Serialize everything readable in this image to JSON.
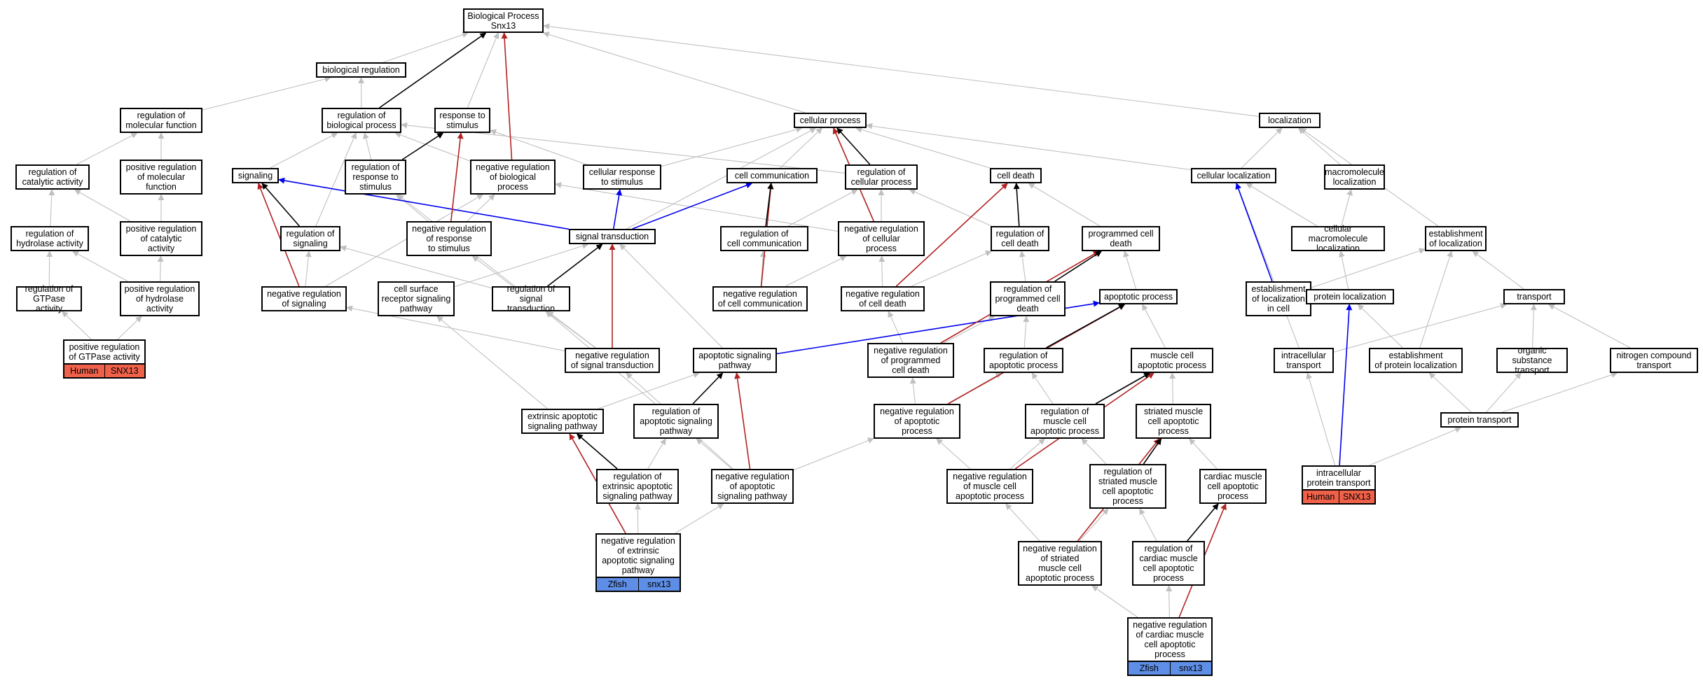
{
  "colors": {
    "gray": "#c0c0c0",
    "black": "#000000",
    "red": "#b22222",
    "blue": "#0000ee",
    "human": "#f0614a",
    "zfish": "#5f8ee6"
  },
  "nodes": [
    {
      "id": "bp",
      "label": "Biological Process\nSnx13"
    },
    {
      "id": "breg",
      "label": "biological regulation"
    },
    {
      "id": "rmf",
      "label": "regulation of\nmolecular function"
    },
    {
      "id": "rbp",
      "label": "regulation of\nbiological process"
    },
    {
      "id": "rts",
      "label": "response to\nstimulus"
    },
    {
      "id": "cp",
      "label": "cellular process"
    },
    {
      "id": "loc",
      "label": "localization"
    },
    {
      "id": "rca",
      "label": "regulation of\ncatalytic activity"
    },
    {
      "id": "prmf",
      "label": "positive regulation\nof molecular\nfunction"
    },
    {
      "id": "sig",
      "label": "signaling"
    },
    {
      "id": "rrs",
      "label": "regulation of\nresponse to\nstimulus"
    },
    {
      "id": "nrbp",
      "label": "negative regulation\nof biological\nprocess"
    },
    {
      "id": "crs",
      "label": "cellular response\nto stimulus"
    },
    {
      "id": "cc",
      "label": "cell communication"
    },
    {
      "id": "rcp",
      "label": "regulation of\ncellular process"
    },
    {
      "id": "cd",
      "label": "cell death"
    },
    {
      "id": "cl",
      "label": "cellular localization"
    },
    {
      "id": "ml",
      "label": "macromolecule\nlocalization"
    },
    {
      "id": "rha",
      "label": "regulation of\nhydrolase activity"
    },
    {
      "id": "prca",
      "label": "positive regulation\nof catalytic\nactivity"
    },
    {
      "id": "rsig",
      "label": "regulation of\nsignaling"
    },
    {
      "id": "nrrs",
      "label": "negative regulation\nof response\nto stimulus"
    },
    {
      "id": "st",
      "label": "signal transduction"
    },
    {
      "id": "rcc",
      "label": "regulation of\ncell communication"
    },
    {
      "id": "nrcp",
      "label": "negative regulation\nof cellular\nprocess"
    },
    {
      "id": "rcd",
      "label": "regulation of\ncell death"
    },
    {
      "id": "pcd",
      "label": "programmed cell\ndeath"
    },
    {
      "id": "cml",
      "label": "cellular macromolecule\nlocalization"
    },
    {
      "id": "eloc",
      "label": "establishment\nof localization"
    },
    {
      "id": "rgtp",
      "label": "regulation of\nGTPase activity"
    },
    {
      "id": "prha",
      "label": "positive regulation\nof hydrolase\nactivity"
    },
    {
      "id": "nrsig",
      "label": "negative regulation\nof signaling"
    },
    {
      "id": "csrsp",
      "label": "cell surface\nreceptor signaling\npathway"
    },
    {
      "id": "rst",
      "label": "regulation of\nsignal transduction"
    },
    {
      "id": "nrcc",
      "label": "negative regulation\nof cell communication"
    },
    {
      "id": "nrcd",
      "label": "negative regulation\nof cell death"
    },
    {
      "id": "rpcd",
      "label": "regulation of\nprogrammed cell\ndeath"
    },
    {
      "id": "ap",
      "label": "apoptotic process"
    },
    {
      "id": "elc",
      "label": "establishment\nof localization\nin cell"
    },
    {
      "id": "pl",
      "label": "protein localization"
    },
    {
      "id": "tr",
      "label": "transport"
    },
    {
      "id": "pgtp",
      "label": "positive regulation\nof GTPase activity"
    },
    {
      "id": "nrst",
      "label": "negative regulation\nof signal transduction"
    },
    {
      "id": "asp",
      "label": "apoptotic signaling\npathway"
    },
    {
      "id": "nrpcd",
      "label": "negative regulation\nof programmed\ncell death"
    },
    {
      "id": "rap",
      "label": "regulation of\napoptotic process"
    },
    {
      "id": "mcap",
      "label": "muscle cell\napoptotic process"
    },
    {
      "id": "it",
      "label": "intracellular\ntransport"
    },
    {
      "id": "epl",
      "label": "establishment\nof protein localization"
    },
    {
      "id": "ost",
      "label": "organic substance\ntransport"
    },
    {
      "id": "nct",
      "label": "nitrogen compound\ntransport"
    },
    {
      "id": "easp",
      "label": "extrinsic apoptotic\nsignaling pathway"
    },
    {
      "id": "rasp",
      "label": "regulation of\napoptotic signaling\npathway"
    },
    {
      "id": "nrap",
      "label": "negative regulation\nof apoptotic\nprocess"
    },
    {
      "id": "rmcap",
      "label": "regulation of\nmuscle cell\napoptotic process"
    },
    {
      "id": "smcap",
      "label": "striated muscle\ncell apoptotic\nprocess"
    },
    {
      "id": "pt",
      "label": "protein transport"
    },
    {
      "id": "reasp",
      "label": "regulation of\nextrinsic apoptotic\nsignaling pathway"
    },
    {
      "id": "nrasp",
      "label": "negative regulation\nof apoptotic\nsignaling pathway"
    },
    {
      "id": "nrmcap",
      "label": "negative regulation\nof muscle cell\napoptotic process"
    },
    {
      "id": "rsmcap",
      "label": "regulation of\nstriated muscle\ncell apoptotic\nprocess"
    },
    {
      "id": "cmcap",
      "label": "cardiac muscle\ncell apoptotic\nprocess"
    },
    {
      "id": "ipt",
      "label": "intracellular\nprotein transport"
    },
    {
      "id": "nreasp",
      "label": "negative regulation\nof extrinsic\napoptotic signaling\npathway"
    },
    {
      "id": "nrsmcap",
      "label": "negative regulation\nof striated\nmuscle cell\napoptotic process"
    },
    {
      "id": "rcmcap",
      "label": "regulation of\ncardiac muscle\ncell apoptotic\nprocess"
    },
    {
      "id": "nrcmcap",
      "label": "negative regulation\nof cardiac muscle\ncell apoptotic\nprocess"
    }
  ],
  "tags": [
    {
      "node": "pgtp",
      "species": "Human",
      "gene": "SNX13",
      "color": "human"
    },
    {
      "node": "ipt",
      "species": "Human",
      "gene": "SNX13",
      "color": "human"
    },
    {
      "node": "nreasp",
      "species": "Zfish",
      "gene": "snx13",
      "color": "zfish"
    },
    {
      "node": "nrcmcap",
      "species": "Zfish",
      "gene": "snx13",
      "color": "zfish"
    }
  ],
  "edges": [
    {
      "from": "breg",
      "to": "bp",
      "color": "gray"
    },
    {
      "from": "rmf",
      "to": "breg",
      "color": "gray"
    },
    {
      "from": "rbp",
      "to": "breg",
      "color": "gray"
    },
    {
      "from": "rbp",
      "to": "bp",
      "color": "black"
    },
    {
      "from": "rts",
      "to": "bp",
      "color": "gray"
    },
    {
      "from": "nrbp",
      "to": "bp",
      "color": "red"
    },
    {
      "from": "cp",
      "to": "bp",
      "color": "gray"
    },
    {
      "from": "loc",
      "to": "bp",
      "color": "gray"
    },
    {
      "from": "rca",
      "to": "rmf",
      "color": "gray"
    },
    {
      "from": "prmf",
      "to": "rmf",
      "color": "gray"
    },
    {
      "from": "sig",
      "to": "rbp",
      "color": "gray"
    },
    {
      "from": "rrs",
      "to": "rbp",
      "color": "gray"
    },
    {
      "from": "rrs",
      "to": "rts",
      "color": "black"
    },
    {
      "from": "nrbp",
      "to": "rbp",
      "color": "gray"
    },
    {
      "from": "crs",
      "to": "rts",
      "color": "gray"
    },
    {
      "from": "crs",
      "to": "cp",
      "color": "gray"
    },
    {
      "from": "cc",
      "to": "cp",
      "color": "gray"
    },
    {
      "from": "rcp",
      "to": "rbp",
      "color": "gray"
    },
    {
      "from": "rcp",
      "to": "cp",
      "color": "black"
    },
    {
      "from": "cd",
      "to": "cp",
      "color": "gray"
    },
    {
      "from": "cl",
      "to": "cp",
      "color": "gray"
    },
    {
      "from": "cl",
      "to": "loc",
      "color": "gray"
    },
    {
      "from": "ml",
      "to": "loc",
      "color": "gray"
    },
    {
      "from": "rha",
      "to": "rca",
      "color": "gray"
    },
    {
      "from": "prca",
      "to": "rca",
      "color": "gray"
    },
    {
      "from": "prca",
      "to": "prmf",
      "color": "gray"
    },
    {
      "from": "rsig",
      "to": "sig",
      "color": "black"
    },
    {
      "from": "rsig",
      "to": "rbp",
      "color": "gray"
    },
    {
      "from": "nrrs",
      "to": "rrs",
      "color": "gray"
    },
    {
      "from": "nrrs",
      "to": "rts",
      "color": "red"
    },
    {
      "from": "nrrs",
      "to": "nrbp",
      "color": "gray"
    },
    {
      "from": "st",
      "to": "sig",
      "color": "blue"
    },
    {
      "from": "st",
      "to": "crs",
      "color": "blue"
    },
    {
      "from": "st",
      "to": "cc",
      "color": "blue"
    },
    {
      "from": "st",
      "to": "cp",
      "color": "gray"
    },
    {
      "from": "rcc",
      "to": "cc",
      "color": "black"
    },
    {
      "from": "rcc",
      "to": "rcp",
      "color": "gray"
    },
    {
      "from": "nrcp",
      "to": "rcp",
      "color": "gray"
    },
    {
      "from": "nrcp",
      "to": "cp",
      "color": "red"
    },
    {
      "from": "nrcp",
      "to": "nrbp",
      "color": "gray"
    },
    {
      "from": "rcd",
      "to": "cd",
      "color": "black"
    },
    {
      "from": "rcd",
      "to": "rcp",
      "color": "gray"
    },
    {
      "from": "pcd",
      "to": "cd",
      "color": "gray"
    },
    {
      "from": "cml",
      "to": "cl",
      "color": "gray"
    },
    {
      "from": "cml",
      "to": "ml",
      "color": "gray"
    },
    {
      "from": "eloc",
      "to": "loc",
      "color": "gray"
    },
    {
      "from": "rgtp",
      "to": "rha",
      "color": "gray"
    },
    {
      "from": "prha",
      "to": "rha",
      "color": "gray"
    },
    {
      "from": "prha",
      "to": "prca",
      "color": "gray"
    },
    {
      "from": "nrsig",
      "to": "sig",
      "color": "red"
    },
    {
      "from": "nrsig",
      "to": "rsig",
      "color": "gray"
    },
    {
      "from": "nrsig",
      "to": "nrbp",
      "color": "gray"
    },
    {
      "from": "csrsp",
      "to": "st",
      "color": "gray"
    },
    {
      "from": "rst",
      "to": "st",
      "color": "black"
    },
    {
      "from": "rst",
      "to": "rsig",
      "color": "gray"
    },
    {
      "from": "rst",
      "to": "rrs",
      "color": "gray"
    },
    {
      "from": "nrcc",
      "to": "cc",
      "color": "red"
    },
    {
      "from": "nrcc",
      "to": "rcc",
      "color": "gray"
    },
    {
      "from": "nrcc",
      "to": "nrcp",
      "color": "gray"
    },
    {
      "from": "nrcd",
      "to": "cd",
      "color": "red"
    },
    {
      "from": "nrcd",
      "to": "rcd",
      "color": "gray"
    },
    {
      "from": "nrcd",
      "to": "nrcp",
      "color": "gray"
    },
    {
      "from": "rpcd",
      "to": "pcd",
      "color": "black"
    },
    {
      "from": "rpcd",
      "to": "rcd",
      "color": "gray"
    },
    {
      "from": "ap",
      "to": "pcd",
      "color": "gray"
    },
    {
      "from": "elc",
      "to": "cl",
      "color": "blue"
    },
    {
      "from": "elc",
      "to": "eloc",
      "color": "gray"
    },
    {
      "from": "pl",
      "to": "cml",
      "color": "gray"
    },
    {
      "from": "tr",
      "to": "eloc",
      "color": "gray"
    },
    {
      "from": "pgtp",
      "to": "rgtp",
      "color": "gray"
    },
    {
      "from": "pgtp",
      "to": "prha",
      "color": "gray"
    },
    {
      "from": "nrst",
      "to": "st",
      "color": "red"
    },
    {
      "from": "nrst",
      "to": "rst",
      "color": "gray"
    },
    {
      "from": "nrst",
      "to": "nrsig",
      "color": "gray"
    },
    {
      "from": "nrst",
      "to": "nrrs",
      "color": "gray"
    },
    {
      "from": "asp",
      "to": "st",
      "color": "gray"
    },
    {
      "from": "asp",
      "to": "ap",
      "color": "blue"
    },
    {
      "from": "nrpcd",
      "to": "pcd",
      "color": "red"
    },
    {
      "from": "nrpcd",
      "to": "rpcd",
      "color": "gray"
    },
    {
      "from": "nrpcd",
      "to": "nrcd",
      "color": "gray"
    },
    {
      "from": "rap",
      "to": "ap",
      "color": "black"
    },
    {
      "from": "rap",
      "to": "rpcd",
      "color": "gray"
    },
    {
      "from": "mcap",
      "to": "ap",
      "color": "gray"
    },
    {
      "from": "it",
      "to": "cl",
      "color": "gray"
    },
    {
      "from": "it",
      "to": "tr",
      "color": "gray"
    },
    {
      "from": "epl",
      "to": "pl",
      "color": "gray"
    },
    {
      "from": "epl",
      "to": "eloc",
      "color": "gray"
    },
    {
      "from": "ost",
      "to": "tr",
      "color": "gray"
    },
    {
      "from": "nct",
      "to": "tr",
      "color": "gray"
    },
    {
      "from": "easp",
      "to": "asp",
      "color": "gray"
    },
    {
      "from": "easp",
      "to": "csrsp",
      "color": "gray"
    },
    {
      "from": "rasp",
      "to": "asp",
      "color": "black"
    },
    {
      "from": "rasp",
      "to": "rst",
      "color": "gray"
    },
    {
      "from": "nrap",
      "to": "ap",
      "color": "red"
    },
    {
      "from": "nrap",
      "to": "rap",
      "color": "gray"
    },
    {
      "from": "nrap",
      "to": "nrpcd",
      "color": "gray"
    },
    {
      "from": "rmcap",
      "to": "mcap",
      "color": "black"
    },
    {
      "from": "rmcap",
      "to": "rap",
      "color": "gray"
    },
    {
      "from": "smcap",
      "to": "mcap",
      "color": "gray"
    },
    {
      "from": "pt",
      "to": "epl",
      "color": "gray"
    },
    {
      "from": "pt",
      "to": "ost",
      "color": "gray"
    },
    {
      "from": "pt",
      "to": "nct",
      "color": "gray"
    },
    {
      "from": "reasp",
      "to": "easp",
      "color": "black"
    },
    {
      "from": "reasp",
      "to": "rasp",
      "color": "gray"
    },
    {
      "from": "nrasp",
      "to": "asp",
      "color": "red"
    },
    {
      "from": "nrasp",
      "to": "rasp",
      "color": "gray"
    },
    {
      "from": "nrasp",
      "to": "nrst",
      "color": "gray"
    },
    {
      "from": "nrasp",
      "to": "nrap",
      "color": "gray"
    },
    {
      "from": "nrmcap",
      "to": "mcap",
      "color": "red"
    },
    {
      "from": "nrmcap",
      "to": "rmcap",
      "color": "gray"
    },
    {
      "from": "nrmcap",
      "to": "nrap",
      "color": "gray"
    },
    {
      "from": "rsmcap",
      "to": "smcap",
      "color": "black"
    },
    {
      "from": "rsmcap",
      "to": "rmcap",
      "color": "gray"
    },
    {
      "from": "cmcap",
      "to": "smcap",
      "color": "gray"
    },
    {
      "from": "ipt",
      "to": "pl",
      "color": "blue"
    },
    {
      "from": "ipt",
      "to": "it",
      "color": "gray"
    },
    {
      "from": "ipt",
      "to": "pt",
      "color": "gray"
    },
    {
      "from": "nreasp",
      "to": "easp",
      "color": "red"
    },
    {
      "from": "nreasp",
      "to": "reasp",
      "color": "gray"
    },
    {
      "from": "nreasp",
      "to": "nrasp",
      "color": "gray"
    },
    {
      "from": "nrsmcap",
      "to": "smcap",
      "color": "red"
    },
    {
      "from": "nrsmcap",
      "to": "rsmcap",
      "color": "gray"
    },
    {
      "from": "nrsmcap",
      "to": "nrmcap",
      "color": "gray"
    },
    {
      "from": "rcmcap",
      "to": "cmcap",
      "color": "black"
    },
    {
      "from": "rcmcap",
      "to": "rsmcap",
      "color": "gray"
    },
    {
      "from": "nrcmcap",
      "to": "cmcap",
      "color": "red"
    },
    {
      "from": "nrcmcap",
      "to": "rcmcap",
      "color": "gray"
    },
    {
      "from": "nrcmcap",
      "to": "nrsmcap",
      "color": "gray"
    }
  ]
}
